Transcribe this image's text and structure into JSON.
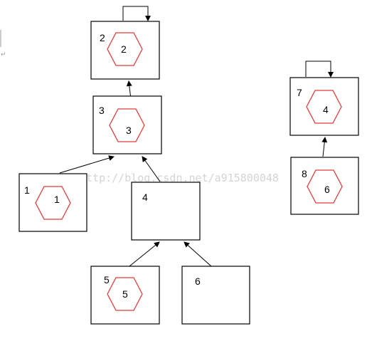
{
  "nodes": [
    {
      "id": "n2",
      "label": "2",
      "inner": "2"
    },
    {
      "id": "n3",
      "label": "3",
      "inner": "3"
    },
    {
      "id": "n1",
      "label": "1",
      "inner": "1"
    },
    {
      "id": "n4",
      "label": "4",
      "inner": ""
    },
    {
      "id": "n5",
      "label": "5",
      "inner": "5"
    },
    {
      "id": "n6",
      "label": "6",
      "inner": ""
    },
    {
      "id": "n7",
      "label": "7",
      "inner": "4"
    },
    {
      "id": "n8",
      "label": "8",
      "inner": "6"
    }
  ],
  "edges": [
    {
      "from": "n1",
      "to": "n3"
    },
    {
      "from": "n4",
      "to": "n3"
    },
    {
      "from": "n3",
      "to": "n2"
    },
    {
      "from": "n5",
      "to": "n4"
    },
    {
      "from": "n6",
      "to": "n4"
    },
    {
      "from": "n8",
      "to": "n7"
    },
    {
      "from": "n2",
      "to": "n2"
    },
    {
      "from": "n7",
      "to": "n7"
    }
  ],
  "watermark": "http://blog.csdn.net/a915800048",
  "enter_mark": "↵",
  "colors": {
    "hexagon": "#e23b3b",
    "box": "#000000",
    "watermark": "#d4d4d4"
  }
}
